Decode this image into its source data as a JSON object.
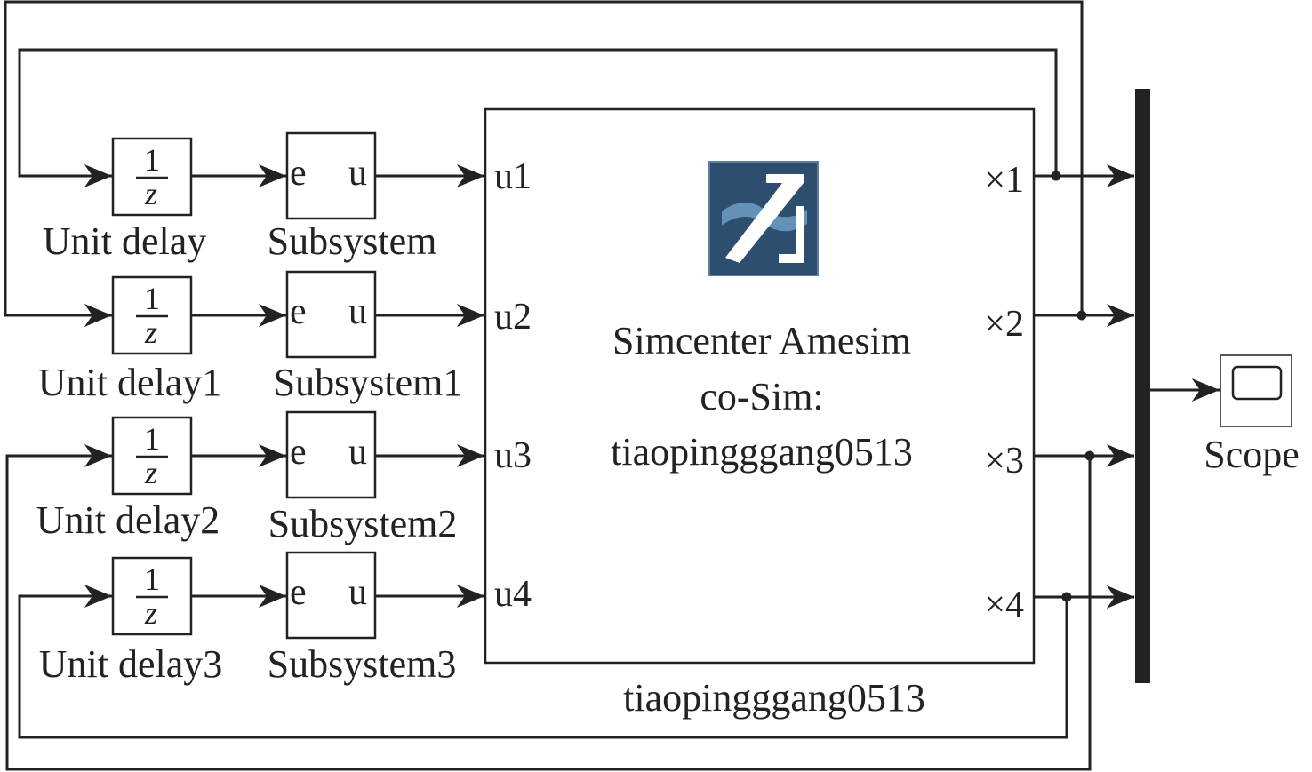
{
  "delays": [
    {
      "label": "Unit delay",
      "numerator": "1",
      "denominator": "z"
    },
    {
      "label": "Unit delay1",
      "numerator": "1",
      "denominator": "z"
    },
    {
      "label": "Unit delay2",
      "numerator": "1",
      "denominator": "z"
    },
    {
      "label": "Unit delay3",
      "numerator": "1",
      "denominator": "z"
    }
  ],
  "subsystems": [
    {
      "label": "Subsystem",
      "in_port": "e",
      "out_port": "u"
    },
    {
      "label": "Subsystem1",
      "in_port": "e",
      "out_port": "u"
    },
    {
      "label": "Subsystem2",
      "in_port": "e",
      "out_port": "u"
    },
    {
      "label": "Subsystem3",
      "in_port": "e",
      "out_port": "u"
    }
  ],
  "cosim": {
    "inputs": [
      "u1",
      "u2",
      "u3",
      "u4"
    ],
    "outputs": [
      "×1",
      "×2",
      "×3",
      "×4"
    ],
    "title_lines": [
      "Simcenter Amesim",
      "co-Sim:",
      "tiaopingggang0513"
    ],
    "name": "tiaopingggang0513",
    "logo_icon": "amesim-logo-icon",
    "logo_color": "#2d4e6e"
  },
  "scope": {
    "label": "Scope",
    "icon": "scope-icon"
  },
  "mux": {
    "icon": "mux-bar"
  }
}
